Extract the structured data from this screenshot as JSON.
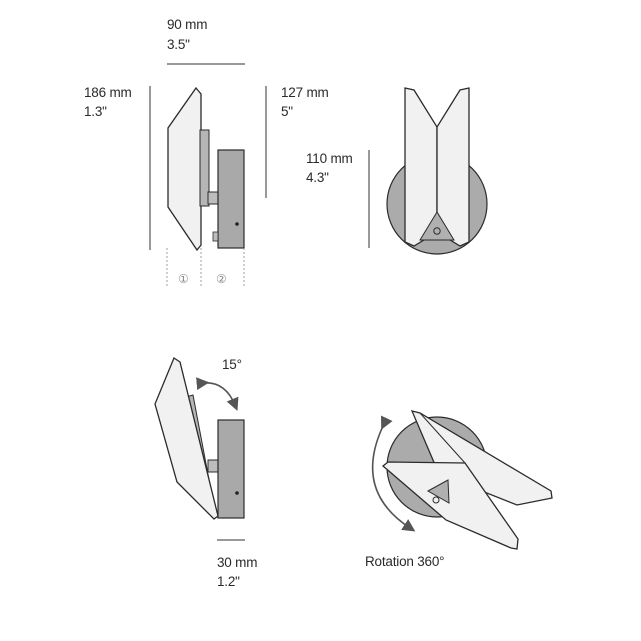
{
  "dimensions": {
    "width_mm": "90 mm",
    "width_in": "3.5\"",
    "height_mm": "186 mm",
    "height_in": "1.3\"",
    "mount_height_mm": "127 mm",
    "mount_height_in": "5\"",
    "disc_height_mm": "110 mm",
    "disc_height_in": "4.3\"",
    "depth_mm": "30 mm",
    "depth_in": "1.2\""
  },
  "markers": {
    "part_one": "①",
    "part_two": "②"
  },
  "annotations": {
    "tilt_angle": "15°",
    "rotation": "Rotation 360°"
  },
  "colors": {
    "line": "#2b2b2b",
    "shade": "#f1f1f1",
    "metal": "#aeaeae",
    "metal_light": "#c6c6c6"
  }
}
